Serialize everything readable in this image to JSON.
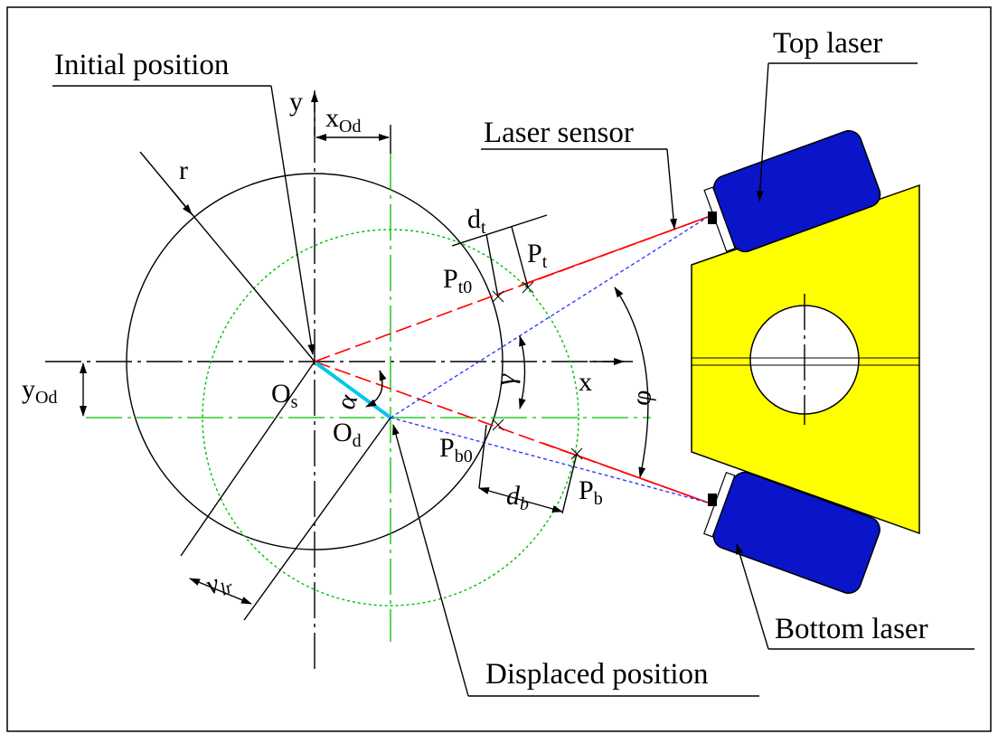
{
  "labels": {
    "initial_position": "Initial position",
    "displaced_position": "Displaced position",
    "top_laser": "Top laser",
    "bottom_laser": "Bottom laser",
    "laser_sensor": "Laser sensor"
  },
  "symbols": {
    "y_axis": "y",
    "x_axis": "x",
    "r": "r",
    "x_od_main": "x",
    "x_od_sub": "Od",
    "y_od_main": "y",
    "y_od_sub": "Od",
    "os_main": "O",
    "os_sub": "s",
    "od_main": "O",
    "od_sub": "d",
    "alpha": "α",
    "gamma": "γ",
    "phi": "φ",
    "dt_main": "d",
    "dt_sub": "t",
    "db_main": "d",
    "db_sub": "b",
    "pt0_main": "P",
    "pt0_sub": "t0",
    "pt_main": "P",
    "pt_sub": "t",
    "pb0_main": "P",
    "pb0_sub": "b0",
    "pb_main": "P",
    "pb_sub": "b",
    "vlr_main": "v",
    "vlr_sub": "lr"
  },
  "colors": {
    "laser_body": "#0a14c8",
    "mount": "#ffff00",
    "laser_beam": "#ff0000",
    "displaced_beam": "#2030ff",
    "displaced_circle": "#00c000",
    "displacement_vector": "#00c8e8"
  }
}
